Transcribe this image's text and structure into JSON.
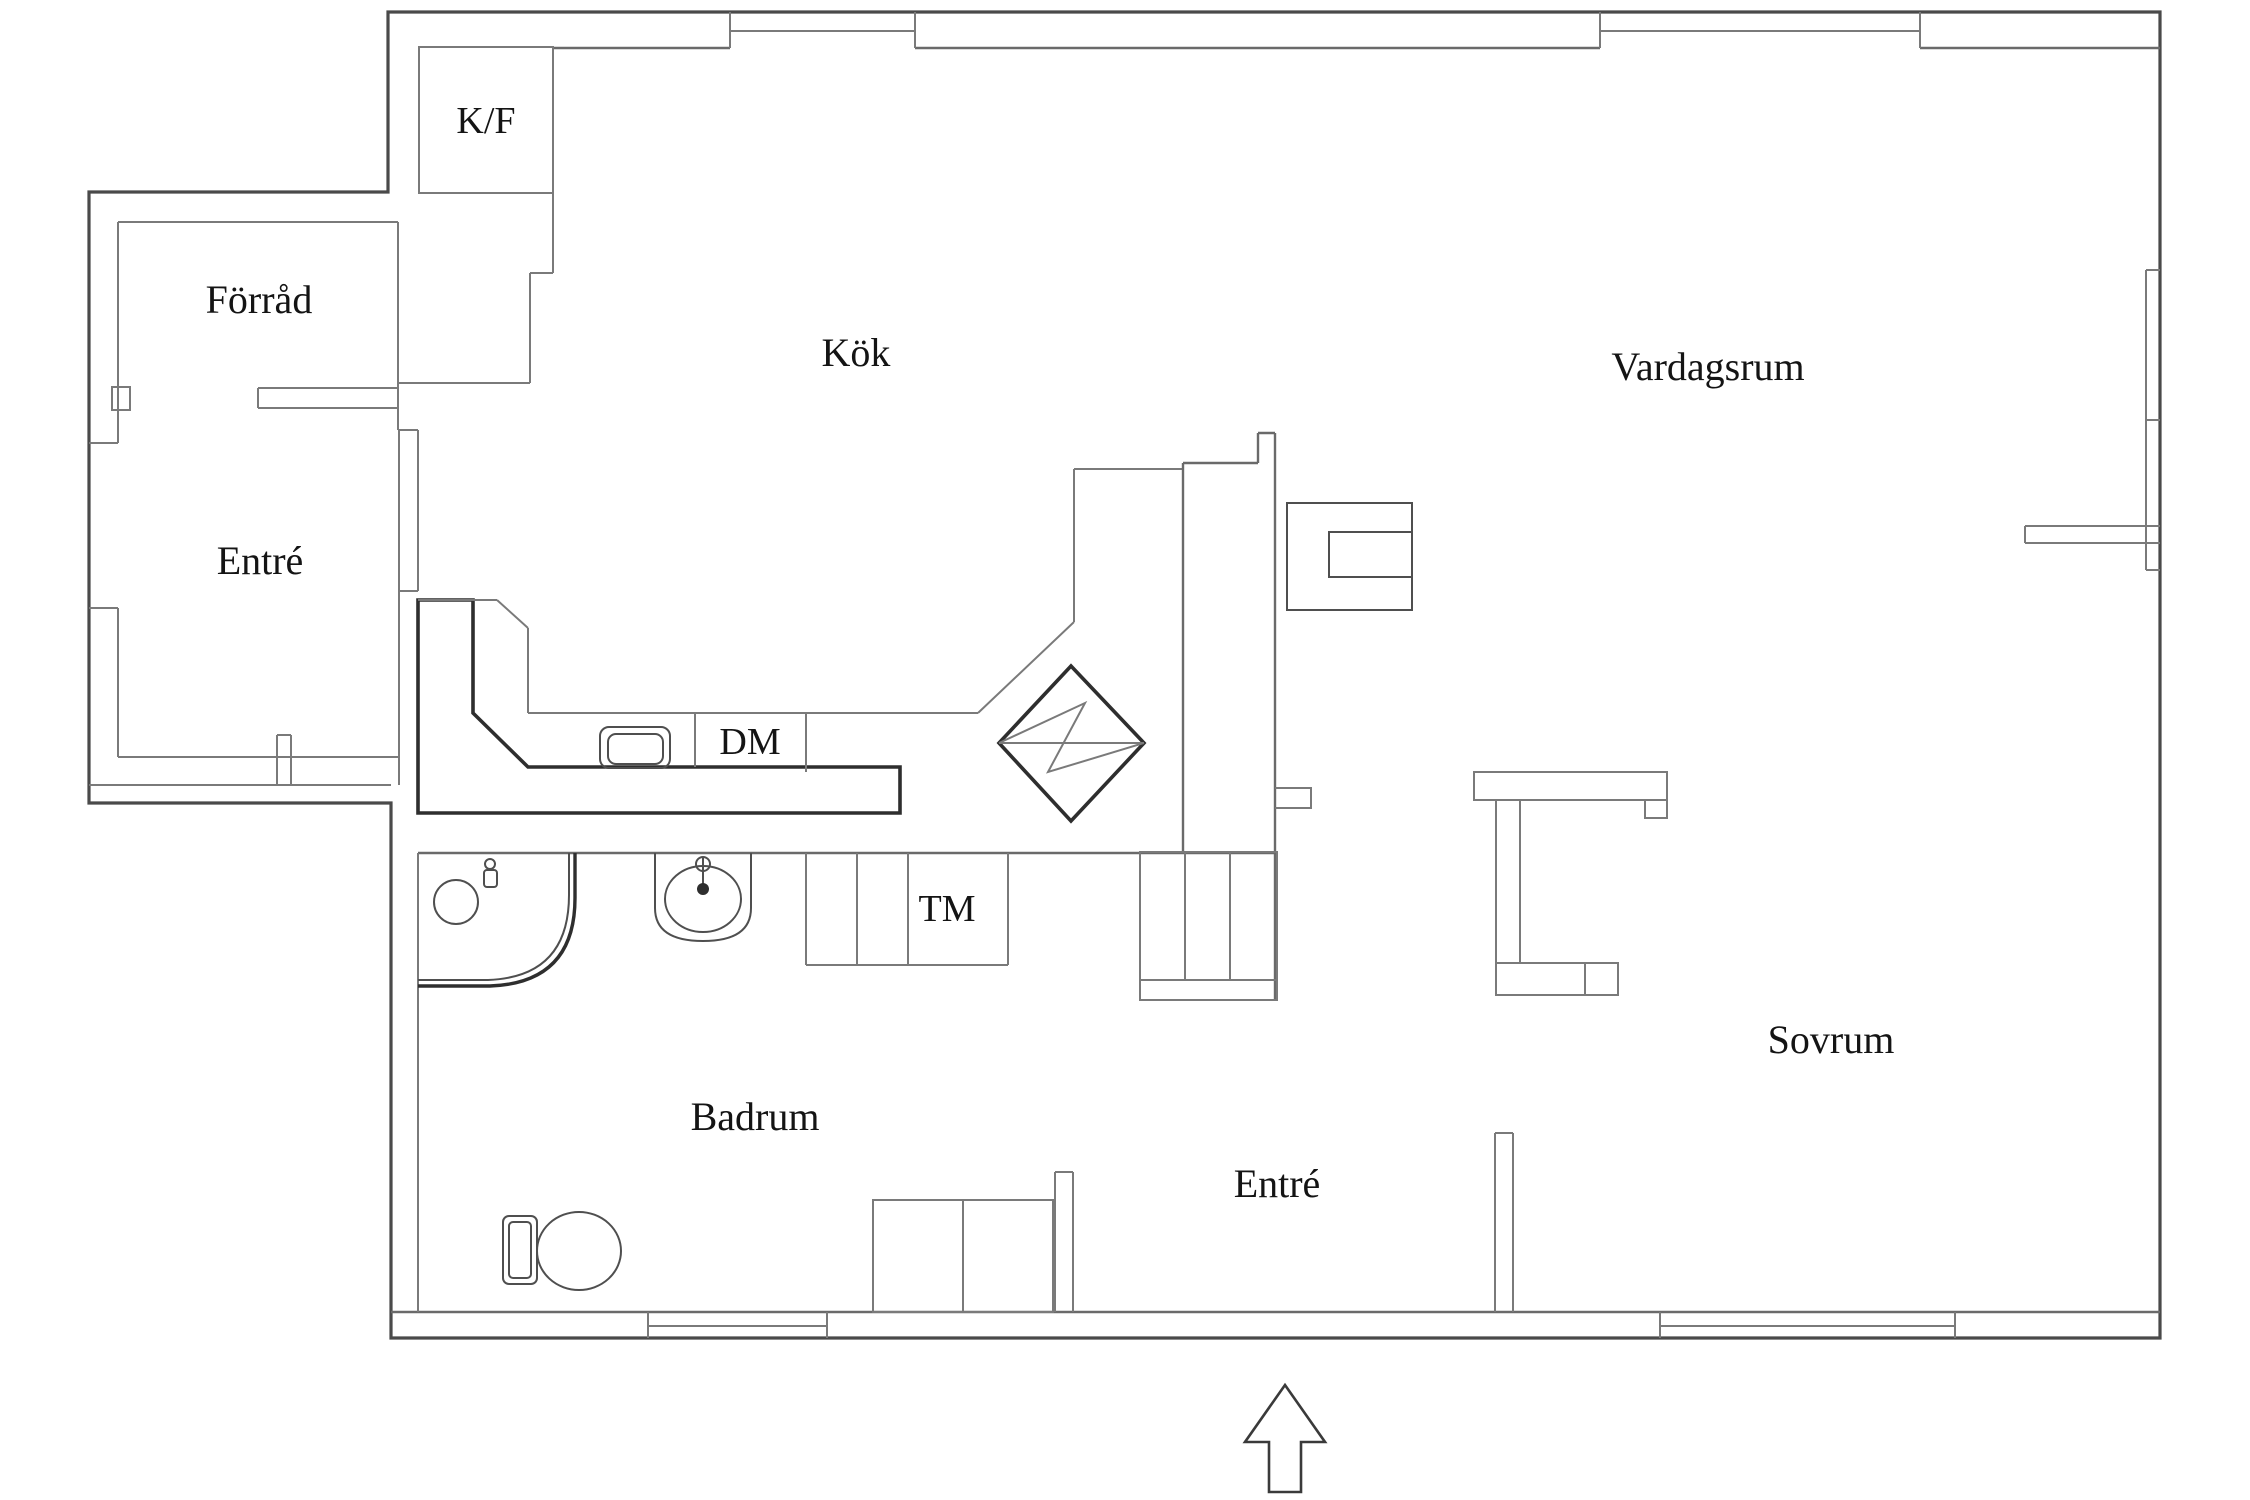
{
  "plan": {
    "title": "floor-plan",
    "colors": {
      "background": "#ffffff",
      "outer_wall": "#4a4a4a",
      "inner_wall": "#7a7a7a",
      "counter": "#2e2e2e",
      "text": "#141414"
    },
    "rooms": {
      "forrad": {
        "label": "Förråd"
      },
      "entre_upper": {
        "label": "Entré"
      },
      "kok": {
        "label": "Kök"
      },
      "vardagsrum": {
        "label": "Vardagsrum"
      },
      "badrum": {
        "label": "Badrum"
      },
      "entre_lower": {
        "label": "Entré"
      },
      "sovrum": {
        "label": "Sovrum"
      }
    },
    "appliances": {
      "fridge_freezer": {
        "label": "K/F"
      },
      "dishwasher": {
        "label": "DM"
      },
      "washer": {
        "label": "TM"
      }
    },
    "icons": [
      "stove-icon",
      "fireplace-icon",
      "kitchen-sink-icon",
      "bath-sink-icon",
      "shower-icon",
      "toilet-icon",
      "wardrobe-icon",
      "entrance-arrow-icon",
      "window-icon"
    ]
  }
}
